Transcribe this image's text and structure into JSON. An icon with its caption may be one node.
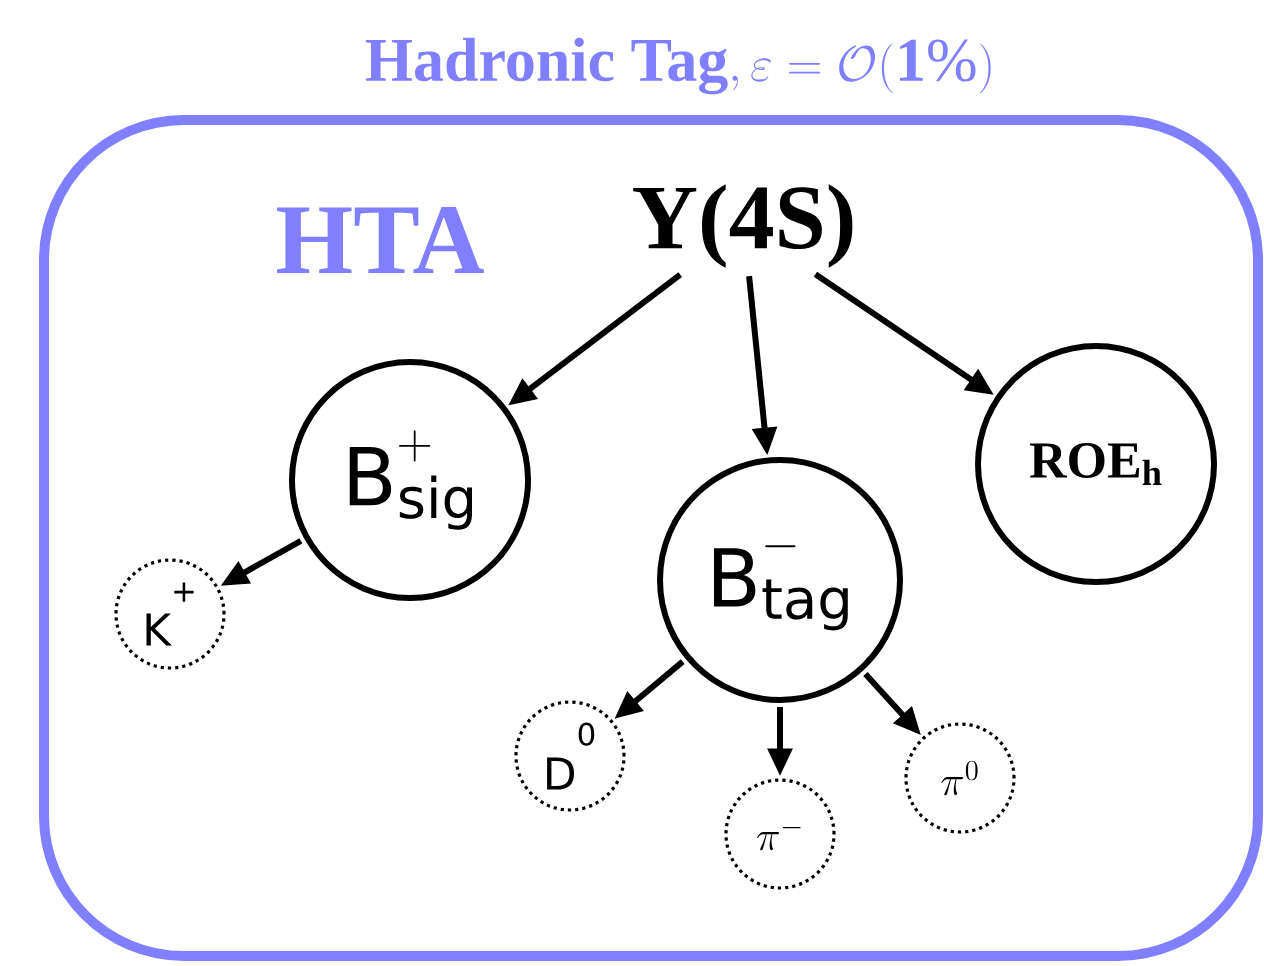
{
  "diagram": {
    "nodes": [
      {
        "text": [
          "\\mbox{\\bfseries Hadronic Tag}, \\varepsilon = \\mathcal{O}(\\mathbf{1\\%})",
          "HTA"
        ]
      },
      {
        "text": [
          "Υ(4S)"
        ],
        "in": 0
      },
      {
        "text": [
          "\\mathsf{B}^{+}_{\\mathsf{sig}}"
        ],
        "in": 0
      },
      {
        "text": [
          "ROE$_{h}$"
        ],
        "in": 0
      },
      {
        "text": [
          "\\mathsf{B}^{-}_{\\mathsf{tag}}"
        ],
        "in": 0
      },
      {
        "text": [
          "K$^{+}$"
        ],
        "in": 0
      },
      {
        "text": [
          "D$^{0}$"
        ],
        "in": 0
      },
      {
        "text": [
          "\\pi^{0}"
        ],
        "in": 0
      },
      {
        "text": [
          "\\pi^{-}"
        ],
        "in": 0
      }
    ],
    "edges": [
      {
        "from": 1,
        "to": 2,
        "arrow": "to"
      },
      {
        "from": 1,
        "to": 4,
        "arrow": "to"
      },
      {
        "from": 1,
        "to": 3,
        "arrow": "to"
      },
      {
        "from": 2,
        "to": 5,
        "arrow": "to"
      },
      {
        "from": 4,
        "to": 6,
        "arrow": "to"
      },
      {
        "from": 4,
        "to": 8,
        "arrow": "to"
      },
      {
        "from": 4,
        "to": 7,
        "arrow": "to"
      }
    ]
  }
}
